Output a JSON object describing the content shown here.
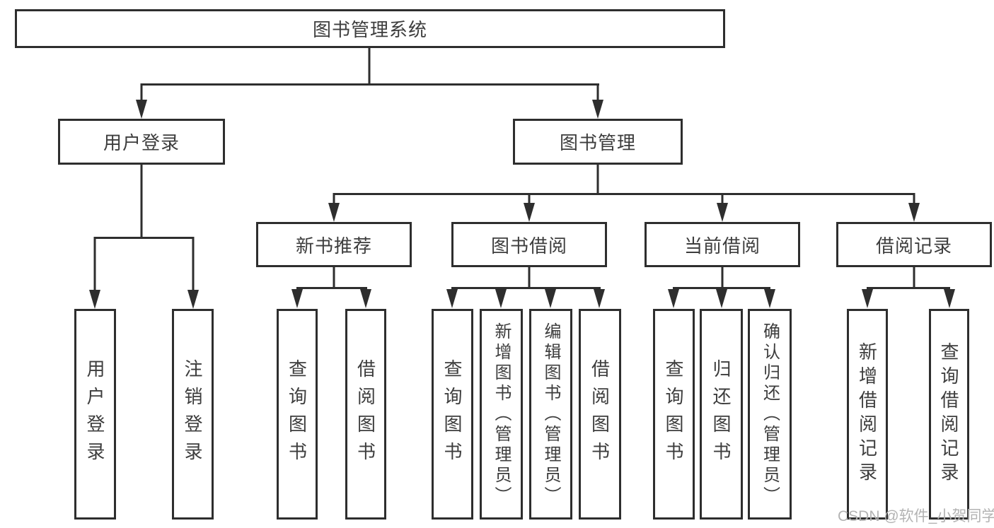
{
  "diagram": {
    "root": {
      "label": "图书管理系统"
    },
    "user_branch": {
      "label": "用户登录",
      "children": [
        {
          "label": "用户登录"
        },
        {
          "label": "注销登录"
        }
      ]
    },
    "management_branch": {
      "label": "图书管理",
      "sections": [
        {
          "label": "新书推荐",
          "children": [
            {
              "label": "查询图书"
            },
            {
              "label": "借阅图书"
            }
          ]
        },
        {
          "label": "图书借阅",
          "children": [
            {
              "label": "查询图书"
            },
            {
              "label": "新增图书（管理员）"
            },
            {
              "label": "编辑图书（管理员）"
            },
            {
              "label": "借阅图书"
            }
          ]
        },
        {
          "label": "当前借阅",
          "children": [
            {
              "label": "查询图书"
            },
            {
              "label": "归还图书"
            },
            {
              "label": "确认归还（管理员）"
            }
          ]
        },
        {
          "label": "借阅记录",
          "children": [
            {
              "label": "新增借阅记录"
            },
            {
              "label": "查询借阅记录"
            }
          ]
        }
      ]
    },
    "watermark": "CSDN @软件_小贺同学",
    "colors": {
      "line": "#2e2e2e",
      "text": "#3d3d3d",
      "watermark": "#b3b3b3",
      "background": "#ffffff"
    }
  }
}
